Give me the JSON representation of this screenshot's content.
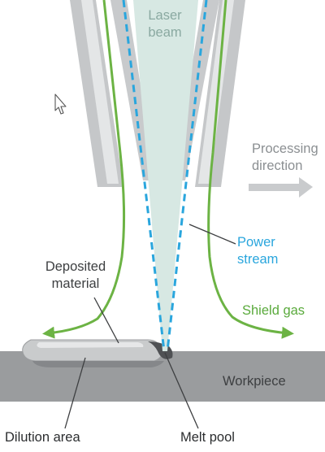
{
  "labels": {
    "laser_beam": [
      "Laser",
      "beam"
    ],
    "processing_direction": [
      "Processing",
      "direction"
    ],
    "power_stream": [
      "Power",
      "stream"
    ],
    "shield_gas": "Shield gas",
    "deposited_material": [
      "Deposited",
      "material"
    ],
    "workpiece": "Workpiece",
    "dilution_area": "Dilution area",
    "melt_pool": "Melt pool"
  },
  "colors": {
    "nozzle": "#c5c7c9",
    "nozzle_highlight": "#e4e6e7",
    "laser_beam": "#d7e8e3",
    "powder_stream": "#2aa6dd",
    "shield_gas": "#6cb344",
    "workpiece": "#9a9c9e",
    "deposited_material": "#c9cbcc",
    "dilution_area": "#85878a",
    "melt_pool": "#4f5154",
    "direction_arrow": "#c9cbcd"
  },
  "icons": {
    "cursor": "mouse-pointer-icon"
  }
}
